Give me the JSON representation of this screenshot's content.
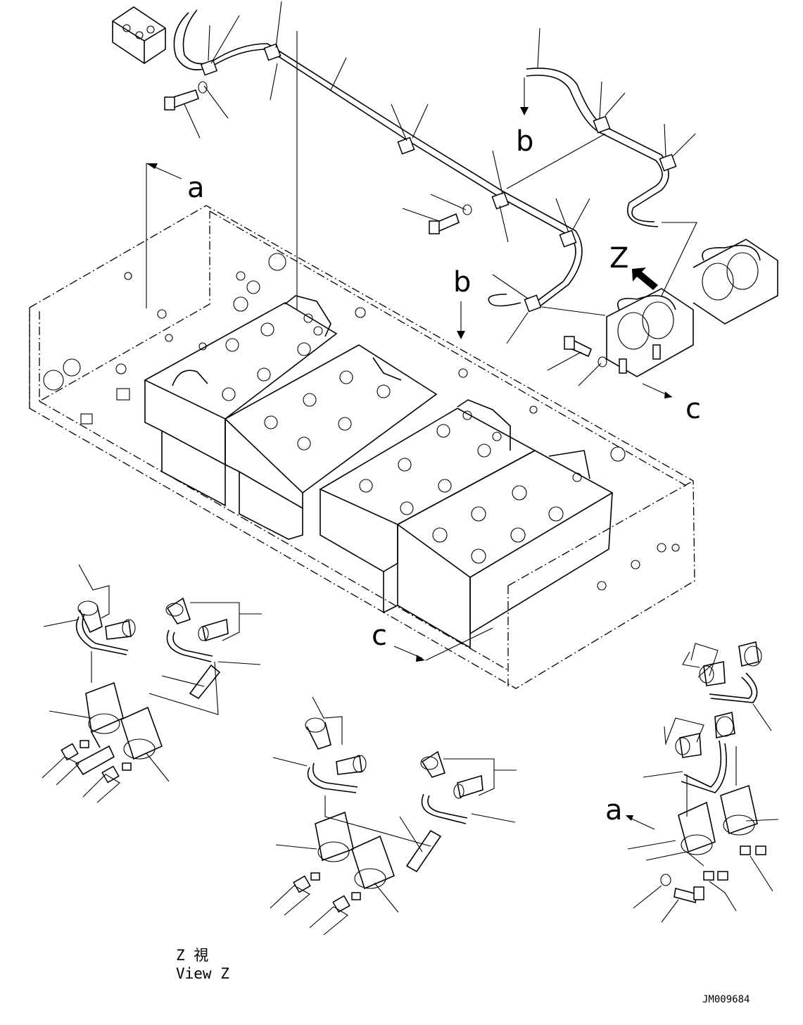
{
  "labels": {
    "a_top": "a",
    "a_bottom": "a",
    "b_top": "b",
    "b_mid": "b",
    "c_right": "c",
    "c_bottom": "c",
    "z": "Z"
  },
  "caption": {
    "japanese": "Z 視",
    "english": "View Z"
  },
  "drawing_code": "JM009684"
}
